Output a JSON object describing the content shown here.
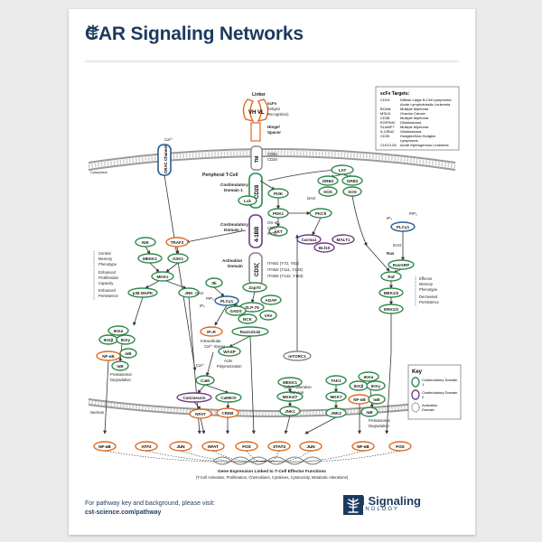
{
  "title": "CAR Signaling Networks",
  "footer": {
    "line1": "For pathway key and background, please visit:",
    "line2": "cst-science.com/pathway"
  },
  "logo": {
    "name": "Cell Signaling",
    "sub": "TECHNOLOGY"
  },
  "scfv_table": {
    "title": "scFv Targets:",
    "rows": [
      [
        "CD19",
        "Diffuse Large B-Cell Lymphoma"
      ],
      [
        "",
        "Acute Lymphoblastic Leukemia"
      ],
      [
        "BCMA",
        "Multiple Myeloma"
      ],
      [
        "MSLN",
        "Ovarian Cancer"
      ],
      [
        "CD38",
        "Multiple Myeloma"
      ],
      [
        "EGFRvIII",
        "Glioblastoma"
      ],
      [
        "SLAMF7",
        "Multiple Myeloma"
      ],
      [
        "IL13Rα2",
        "Glioblastoma"
      ],
      [
        "CD30",
        "Hodgkin/Non-Hodgkin"
      ],
      [
        "",
        "Lymphoma"
      ],
      [
        "CLEC12A",
        "Acute Myelogenous Leukemia"
      ]
    ]
  },
  "key": {
    "title": "Key",
    "items": [
      {
        "label": "Costimulatory Domain 1",
        "color": "#2f8a4b"
      },
      {
        "label": "Costimulatory Domain 2",
        "color": "#6f3a86"
      },
      {
        "label": "Activation Domain",
        "color": "#888888"
      }
    ]
  },
  "labels": {
    "linker": "Linker",
    "scfv": "scFv",
    "antigen": "Antigen",
    "recognition": "Recognition)",
    "hinge": "Hinge/",
    "spacer": "Spacer",
    "cd8a": "CD8α",
    "cd28_tm": "CD28",
    "peripheral": "Peripheral T-Cell",
    "cytoplasm": "Cytoplasm",
    "costim1": "Costimulatory",
    "costim1b": "Domain 1",
    "costim2": "Costimulatory",
    "costim2b": "Domain 2",
    "ox40": "OX-40",
    "cd27": "CD27",
    "icos": "ICOS",
    "activation": "Activation",
    "activation2": "Domain",
    "itam1": "ITAM1 (Y72, Y83)",
    "itam2": "ITAM2 (Y111, Y123)",
    "itam3": "ITAM3 (Y142, Y153)",
    "central1": "Central",
    "central2": "Memory",
    "central3": "Phenotype",
    "enh1": "Enhanced",
    "enh2": "Proliferation",
    "enh3": "Capacity",
    "enh4": "Enhanced",
    "enh5": "Persistence",
    "eff1": "Effector",
    "eff2": "Memory",
    "eff3": "Phenotype",
    "dec1": "Decreased",
    "dec2": "Persistence",
    "intracell1": "Intracellular",
    "intracell2": "Ca²⁺ Stores",
    "actin1": "Actin",
    "actin2": "Polymerization",
    "cellprol1": "Cell Proliferation",
    "cellprol2": "Survival",
    "proteasomal1": "Proteasomal",
    "proteasomal2": "Degradation",
    "proteasomal3": "Proteasomal",
    "proteasomal4": "Degradation",
    "nucleus": "Nucleus",
    "gene1": "Gene Expression Linked to T-Cell Effector Functions",
    "gene2": "(T-Cell Activation, Proliferation, Chemokines, Cytokines, Cytotoxicity, Metabolic Alterations)",
    "dag1": "DAG",
    "dag2": "DAG",
    "dag3": "DAG",
    "pip2a": "PIP₂",
    "pip2b": "PIP₂",
    "ip3a": "IP₃",
    "ip3b": "IP₃",
    "ca1": "Ca²⁺",
    "ca2": "Ca²⁺",
    "ras": "Ras",
    "p": "P"
  },
  "nodes": {
    "vh": "VH",
    "vl": "VL",
    "tm": "TM",
    "cd28": "CD28",
    "bb": "4-1BB",
    "cd3z": "CD3ζ",
    "lck": "Lck",
    "crac": "CRAC Channel",
    "lat": "LAT",
    "grb2a": "GRB2",
    "grb2b": "GRB2",
    "sosa": "SOS",
    "sosb": "SOS",
    "pik": "PI3K",
    "pdk1": "PDK1",
    "pkc": "PKCθ",
    "akt": "AKT",
    "carma1": "Carma1",
    "bcl10": "Bcl10",
    "malt1": "MALT1",
    "plcg1b": "PLCγ1",
    "rasgrp": "RasGRP",
    "nik": "NIK",
    "traf2": "TRAF2",
    "mekk1": "MEKK1",
    "ask1": "ASK1",
    "mkks": "MKKs",
    "p38": "p38 MAPK",
    "jnk": "JNK",
    "itk": "Itk",
    "zap70": "Zap70",
    "plcg1": "PLCγ1",
    "slp76": "SLP-76",
    "adap": "ADAP",
    "gads": "GADS",
    "nck": "NCK",
    "vav": "VAV",
    "rac": "Rac/cdc42",
    "ip3r": "IP₃R",
    "wasp": "WASP",
    "raf": "Raf",
    "mek": "MEK1/2",
    "erk": "ERK1/2",
    "ikka": "IKKα",
    "ikkb": "IKKβ",
    "ikkg": "IKKγ",
    "nfkb1": "NF-κB",
    "ikb1": "IκB",
    "ikb1b": "IκB",
    "cam": "CaM",
    "calcineurin": "Calcineurin",
    "camkiv": "CaMKIV",
    "nfat": "NFAT",
    "creb": "CREB",
    "mtorc1": "mTORC1",
    "mekk1b": "MEKK1",
    "mkk47": "MKK4/7",
    "jnk1": "JNK1",
    "tak1": "TAK1",
    "mkk7": "MKK7",
    "jnk2": "JNK2",
    "ikka2": "IKKα",
    "ikkb2": "IKKβ",
    "ikkg2": "IKKγ",
    "nfkb2": "NF-κB",
    "ikb2": "IκB",
    "ikb2b": "IκB"
  },
  "tf": [
    "NF-κB",
    "ATF2",
    "JUN",
    "NFAT",
    "FOS",
    "STAT3",
    "JUN",
    "NF-κB",
    "FOS"
  ]
}
